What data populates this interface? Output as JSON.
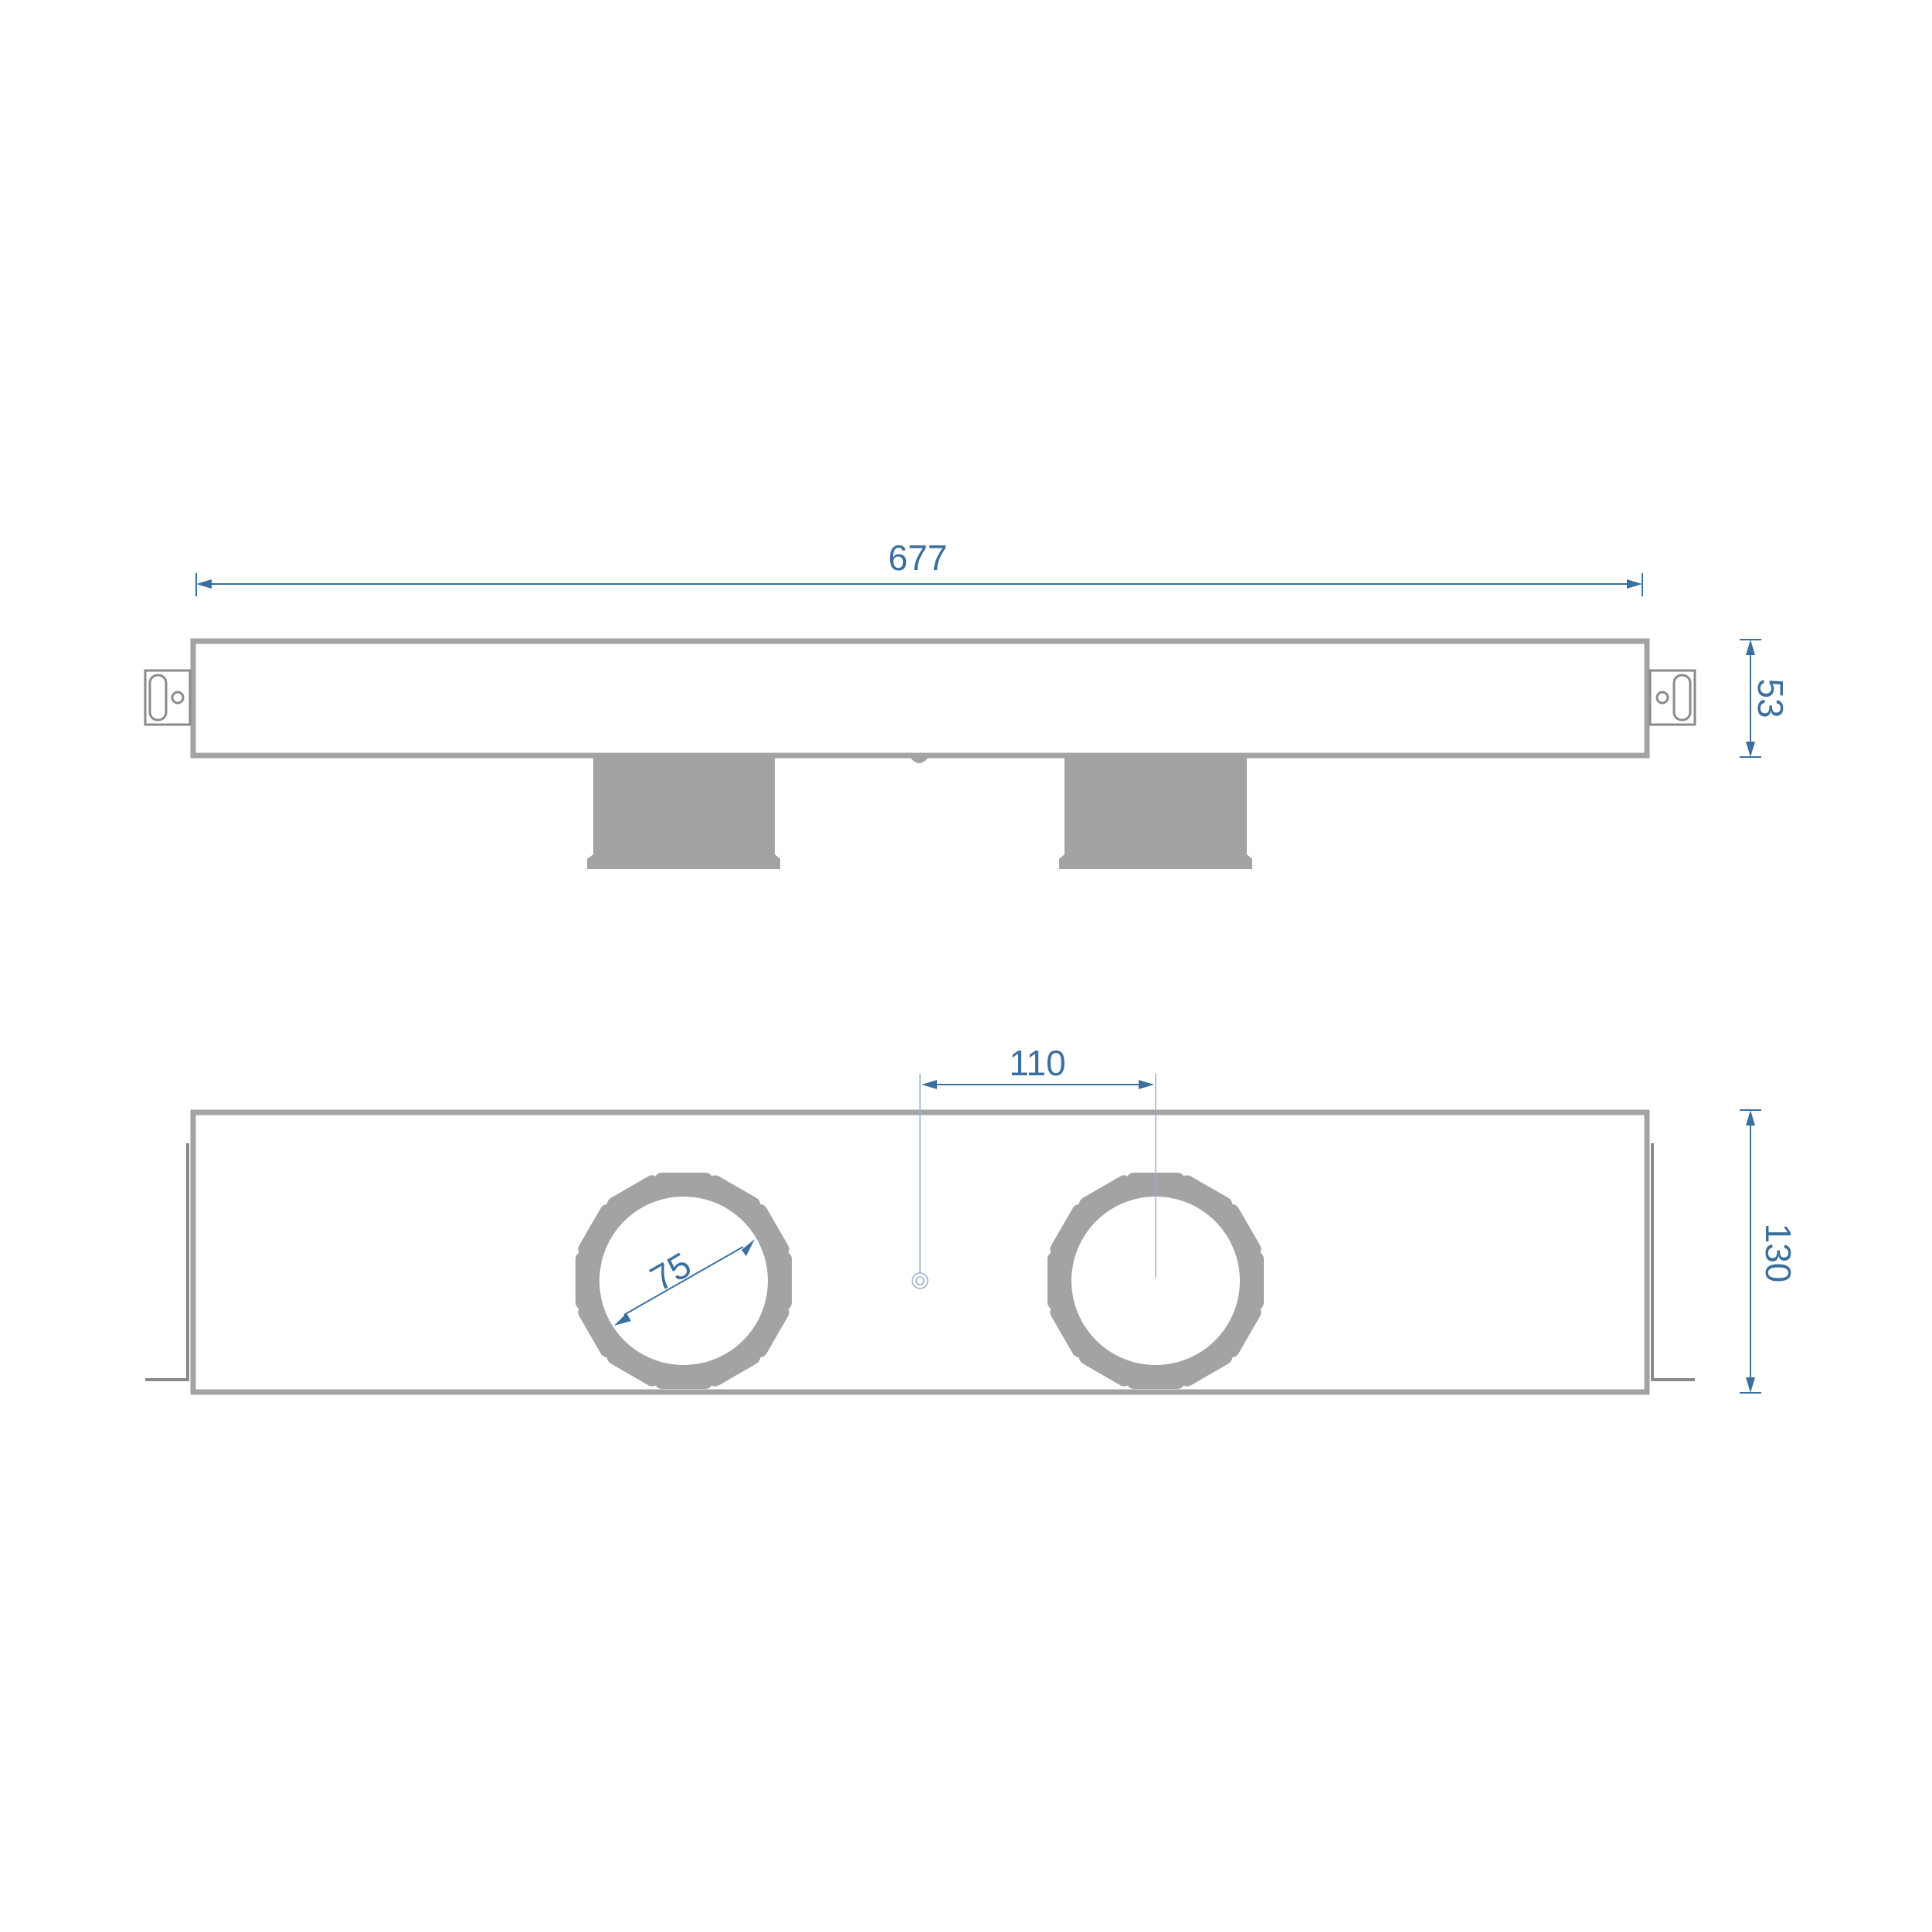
{
  "dimensions": {
    "length": "677",
    "depth": "53",
    "center_spacing": "110",
    "outlet_diameter": "75",
    "height": "130"
  },
  "colors": {
    "body": "#a3a3a3",
    "dimension": "#3a6f9e"
  }
}
